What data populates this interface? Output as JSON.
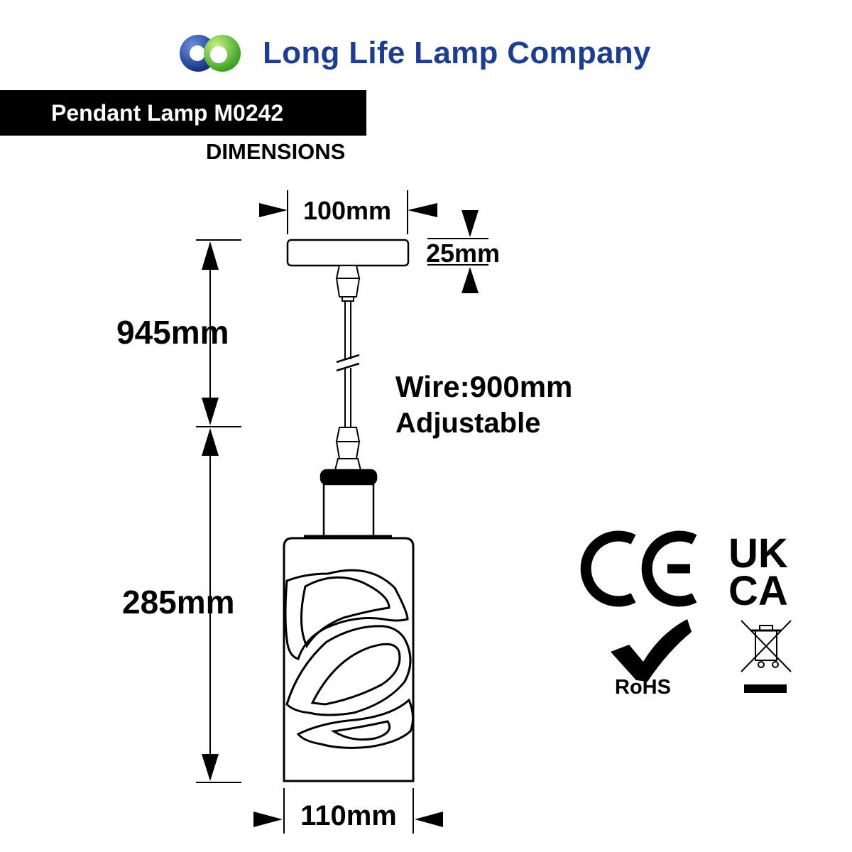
{
  "brand": {
    "name": "Long Life Lamp Company",
    "logo_icon": "twin-circle-logo-icon"
  },
  "header": {
    "title": "Pendant Lamp M0242",
    "subtitle": "DIMENSIONS"
  },
  "dimensions": {
    "canopy_width": "100mm",
    "canopy_height": "25mm",
    "total_drop": "945mm",
    "shade_height": "285mm",
    "shade_width": "110mm",
    "wire_length": "Wire:900mm",
    "wire_note": "Adjustable"
  },
  "certifications": {
    "ce": "CE",
    "ukca_top": "UK",
    "ukca_bottom": "CA",
    "rohs": "RoHS",
    "weee_icon": "crossed-bin-icon"
  },
  "colors": {
    "brand_blue": "#1f3d8f",
    "logo_green": "#5fc43a",
    "ink": "#000000"
  }
}
